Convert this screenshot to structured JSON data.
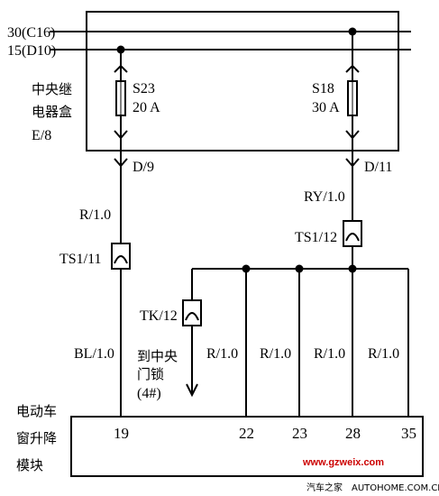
{
  "colors": {
    "line": "#000000",
    "background": "#ffffff",
    "watermark": "#cc0000"
  },
  "rails": {
    "rail_30": "30(C16)",
    "rail_15": "15(D10)"
  },
  "relay_box": {
    "name_line1": "中央继",
    "name_line2": "电器盒",
    "name_line3": "E/8"
  },
  "fuses": [
    {
      "name": "S23",
      "rating": "20 A",
      "connector": "D/9"
    },
    {
      "name": "S18",
      "rating": "30 A",
      "connector": "D/11"
    }
  ],
  "wires": {
    "left_upper": "R/1.0",
    "left_lower": "BL/1.0",
    "right_upper": "RY/1.0",
    "branch_22": "R/1.0",
    "branch_23": "R/1.0",
    "branch_28": "R/1.0",
    "branch_35": "R/1.0"
  },
  "splices": {
    "ts1_11": "TS1/11",
    "ts1_12": "TS1/12",
    "tk_12": "TK/12"
  },
  "central_lock": {
    "line1": "到中央",
    "line2": "门锁",
    "line3": "(4#)"
  },
  "module": {
    "name_line1": "电动车",
    "name_line2": "窗升降",
    "name_line3": "模块",
    "pins": [
      "19",
      "22",
      "23",
      "28",
      "35"
    ]
  },
  "watermark": "www.gzweix.com",
  "footer": {
    "cn": "汽车之家",
    "url": "AUTOHOME.COM.CN"
  }
}
